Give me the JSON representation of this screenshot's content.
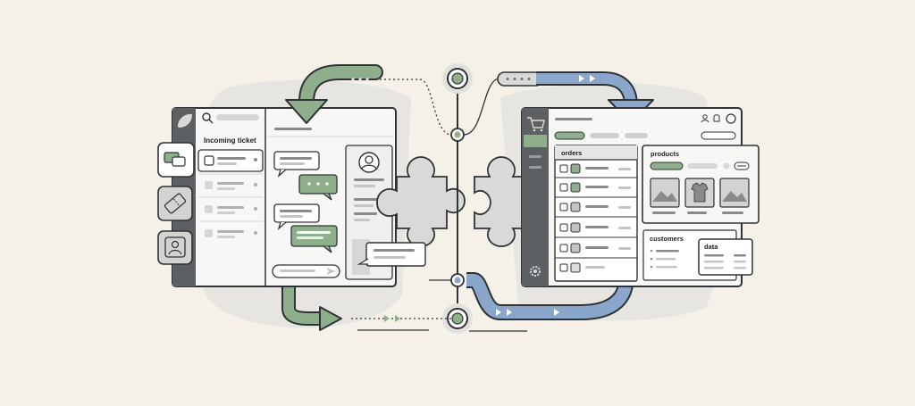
{
  "helpdesk": {
    "panel_title": "Incoming ticket"
  },
  "store": {
    "orders_title": "orders",
    "products_title": "products",
    "customers_title": "customers",
    "data_title": "data"
  },
  "colors": {
    "background": "#f5f1e8",
    "green_accent": "#8fae8c",
    "blue_accent": "#8aa6cb",
    "outline": "#2f3336",
    "panel_fill": "#f7f7f5",
    "sidebar_dark": "#5d6063",
    "puzzle_fill": "#d9d9d7"
  },
  "icons": {
    "helpdesk_logo": "leaf-icon",
    "search": "search-icon",
    "chat": "chat-icon",
    "ticket": "ticket-icon",
    "contact": "contact-card-icon",
    "cart": "cart-icon",
    "settings": "gear-icon",
    "user": "user-icon",
    "notification": "bell-icon"
  }
}
